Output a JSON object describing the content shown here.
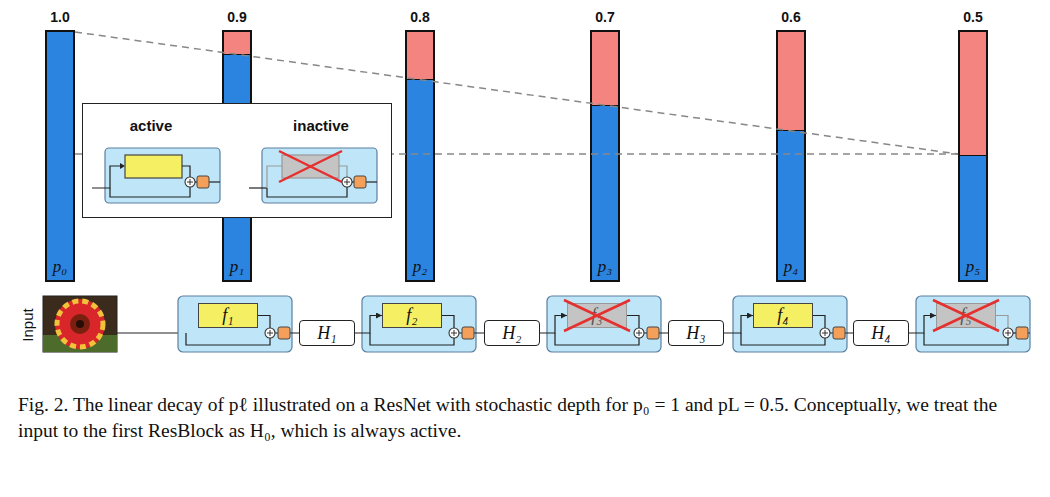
{
  "diagram": {
    "caption": "Fig. 2. The linear decay of pℓ illustrated on a ResNet with stochastic depth for p₀ = 1 and pL = 0.5. Conceptually, we treat the input to the first ResBlock as H₀, which is always active.",
    "nodes": [
      {
        "text": [
          "1.0",
          "p₀"
        ]
      },
      {
        "text": [
          "0.9",
          "p₁"
        ]
      },
      {
        "text": [
          "0.8",
          "p₂"
        ]
      },
      {
        "text": [
          "0.7",
          "p₃"
        ]
      },
      {
        "text": [
          "0.6",
          "p₄"
        ]
      },
      {
        "text": [
          "0.5",
          "p₅"
        ]
      },
      {
        "text": [
          "active",
          "inactive"
        ]
      },
      {
        "text": [
          "f₁"
        ]
      },
      {
        "text": [
          "H₁"
        ]
      },
      {
        "text": [
          "f₂"
        ]
      },
      {
        "text": [
          "H₂"
        ]
      },
      {
        "text": [
          "f₃"
        ]
      },
      {
        "text": [
          "H₃"
        ]
      },
      {
        "text": [
          "f₄"
        ]
      },
      {
        "text": [
          "H₄"
        ]
      },
      {
        "text": [
          "f₅"
        ]
      }
    ],
    "edges": [
      {
        "from": 7,
        "to": 8,
        "arrow": "none"
      },
      {
        "from": 8,
        "to": 9,
        "arrow": "to"
      },
      {
        "from": 9,
        "to": 10,
        "arrow": "none"
      },
      {
        "from": 10,
        "to": 11,
        "arrow": "to"
      },
      {
        "from": 11,
        "to": 12,
        "arrow": "none"
      },
      {
        "from": 12,
        "to": 13,
        "arrow": "to"
      },
      {
        "from": 13,
        "to": 14,
        "arrow": "none"
      },
      {
        "from": 14,
        "to": 15,
        "arrow": "to"
      }
    ],
    "labels": [
      "Input"
    ]
  }
}
